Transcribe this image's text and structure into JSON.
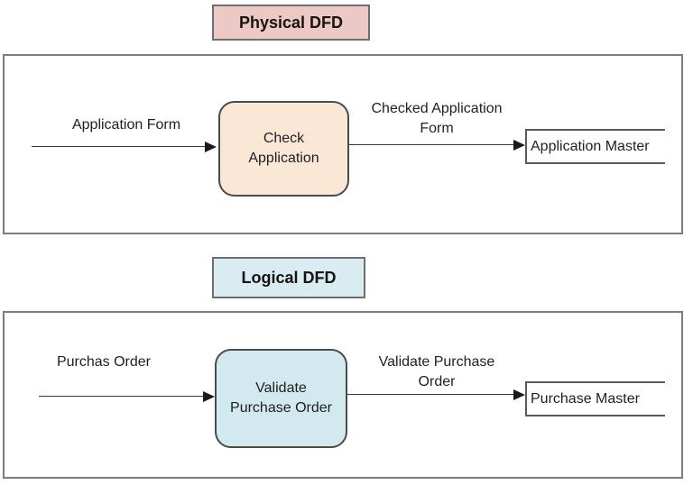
{
  "diagram": {
    "physical": {
      "title": "Physical DFD",
      "input_flow_label": "Application Form",
      "process_label": "Check\nApplication",
      "output_flow_label": "Checked Application\nForm",
      "data_store_label": "Application Master"
    },
    "logical": {
      "title": "Logical DFD",
      "input_flow_label": "Purchas Order",
      "process_label": "Validate\nPurchase Order",
      "output_flow_label": "Validate Purchase\nOrder",
      "data_store_label": "Purchase Master"
    }
  },
  "colors": {
    "physical_title_bg": "#edc9c5",
    "physical_process_bg": "#fbe7d6",
    "logical_title_bg": "#d9ecf1",
    "logical_process_bg": "#d3e9f0",
    "panel_border": "#7d7d7d",
    "shape_border": "#4a4a4a",
    "arrow_color": "#1a1a1a",
    "text_color": "#1f1f1f"
  }
}
